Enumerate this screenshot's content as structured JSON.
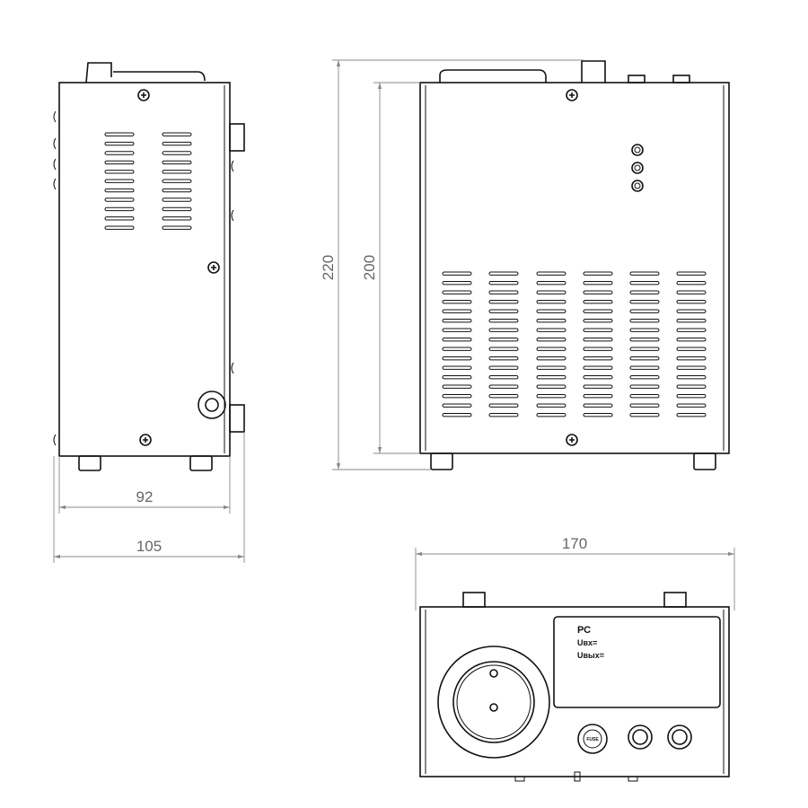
{
  "drawing": {
    "dimensions": {
      "side_inner_width": "92",
      "side_outer_width": "105",
      "total_height": "220",
      "body_height": "200",
      "front_width": "170"
    },
    "panel_labels": {
      "label_1": "РС",
      "label_2": "Uвх=",
      "label_3": "Uвых="
    },
    "fuse_label": "FUSE"
  }
}
